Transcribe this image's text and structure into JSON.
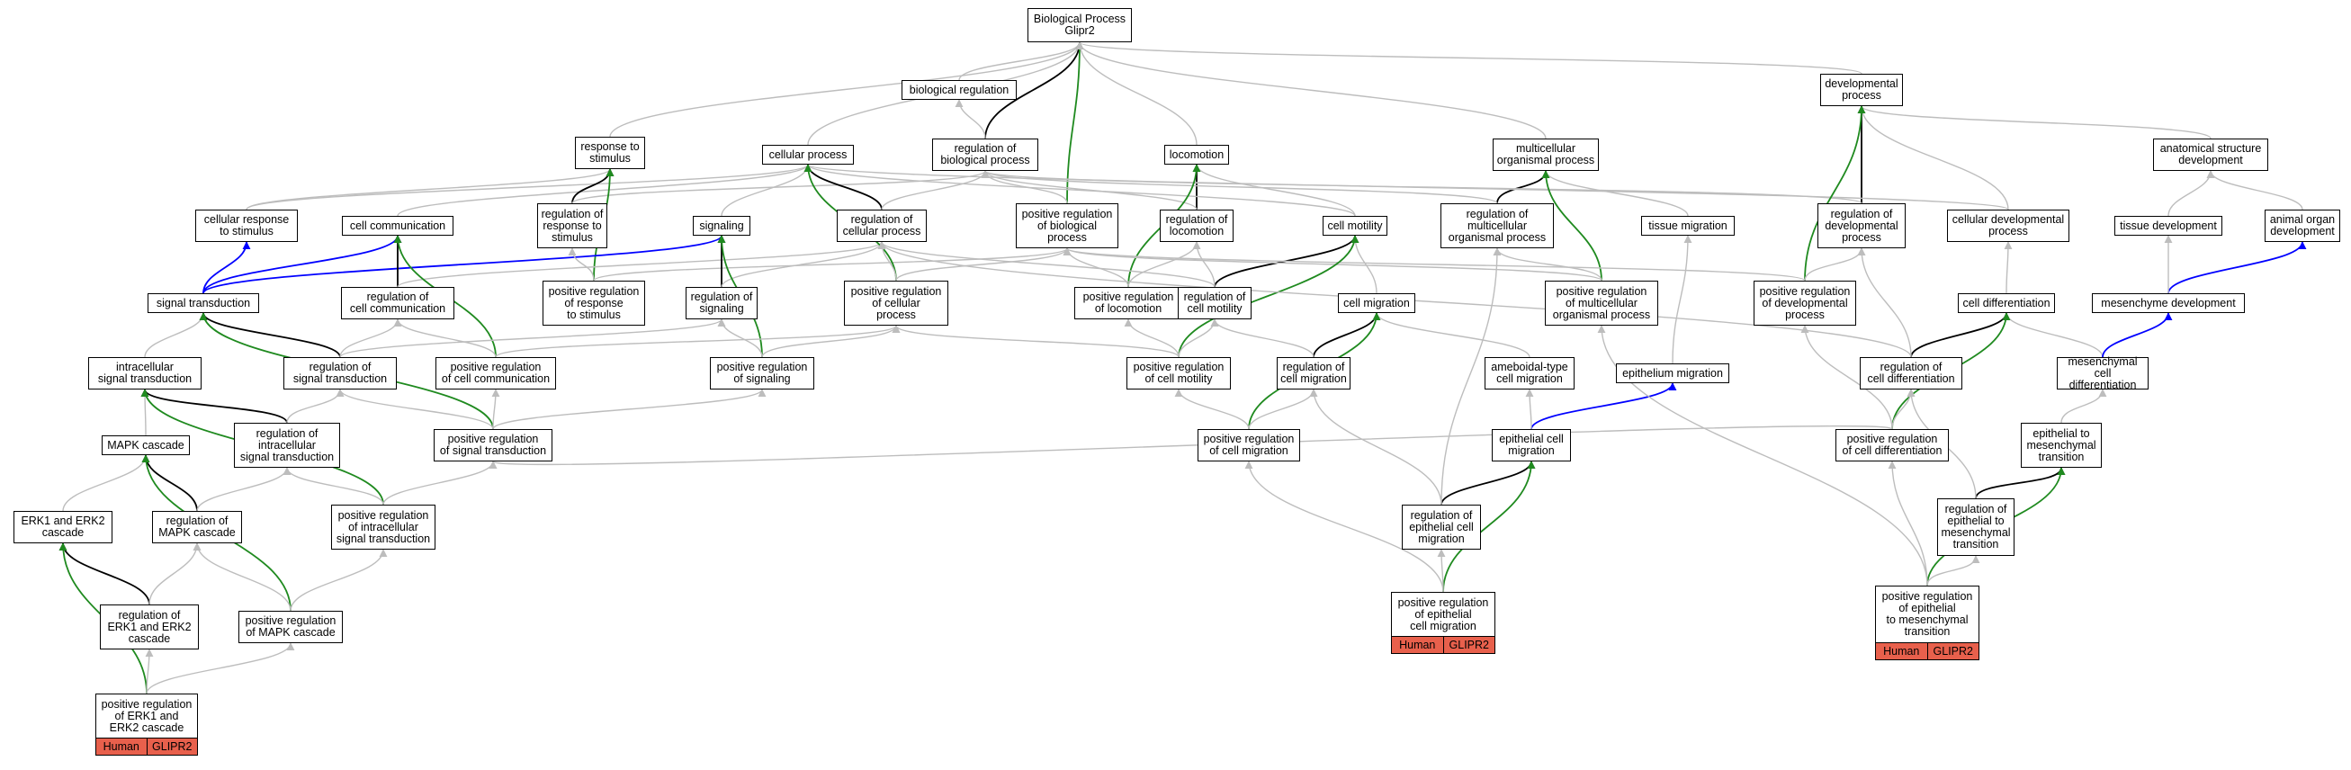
{
  "colors": {
    "is_a": "#bdbdbd",
    "part_of": "#000000",
    "positively_regulates": "#1f8a1f",
    "regulates_other": "#0000ff",
    "annotation_fill": "#e8604c"
  },
  "nodes": [
    {
      "id": "bp",
      "label": "Biological Process\nGlipr2"
    },
    {
      "id": "bioreg",
      "label": "biological regulation"
    },
    {
      "id": "respstim",
      "label": "response to\nstimulus"
    },
    {
      "id": "cellproc",
      "label": "cellular process"
    },
    {
      "id": "regbio",
      "label": "regulation of\nbiological process"
    },
    {
      "id": "locomotion",
      "label": "locomotion"
    },
    {
      "id": "multiorg",
      "label": "multicellular\norganismal process"
    },
    {
      "id": "devproc",
      "label": "developmental\nprocess"
    },
    {
      "id": "anatdev",
      "label": "anatomical structure\ndevelopment"
    },
    {
      "id": "cellresp",
      "label": "cellular response\nto stimulus"
    },
    {
      "id": "cellcomm",
      "label": "cell communication"
    },
    {
      "id": "regresp",
      "label": "regulation of\nresponse to\nstimulus"
    },
    {
      "id": "signaling",
      "label": "signaling"
    },
    {
      "id": "regcellproc",
      "label": "regulation of\ncellular process"
    },
    {
      "id": "posregbio",
      "label": "positive regulation\nof biological\nprocess"
    },
    {
      "id": "regloco",
      "label": "regulation of\nlocomotion"
    },
    {
      "id": "cellmot",
      "label": "cell motility"
    },
    {
      "id": "regmulti",
      "label": "regulation of\nmulticellular\norganismal process"
    },
    {
      "id": "tissmig",
      "label": "tissue migration"
    },
    {
      "id": "regdev",
      "label": "regulation of\ndevelopmental\nprocess"
    },
    {
      "id": "celldev",
      "label": "cellular developmental\nprocess"
    },
    {
      "id": "tissdev",
      "label": "tissue development"
    },
    {
      "id": "animorg",
      "label": "animal organ\ndevelopment"
    },
    {
      "id": "sigtrans",
      "label": "signal transduction"
    },
    {
      "id": "regcellcomm",
      "label": "regulation of\ncell communication"
    },
    {
      "id": "posregresp",
      "label": "positive regulation\nof response\nto stimulus"
    },
    {
      "id": "regsig",
      "label": "regulation of\nsignaling"
    },
    {
      "id": "posregcellproc",
      "label": "positive regulation\nof cellular\nprocess"
    },
    {
      "id": "posregloco",
      "label": "positive regulation\nof locomotion"
    },
    {
      "id": "regcellmot",
      "label": "regulation of\ncell motility"
    },
    {
      "id": "cellmig",
      "label": "cell migration"
    },
    {
      "id": "posregmulti",
      "label": "positive regulation\nof multicellular\norganismal process"
    },
    {
      "id": "posregdev",
      "label": "positive regulation\nof developmental\nprocess"
    },
    {
      "id": "celldiff",
      "label": "cell differentiation"
    },
    {
      "id": "mesdev",
      "label": "mesenchyme development"
    },
    {
      "id": "intracell",
      "label": "intracellular\nsignal transduction"
    },
    {
      "id": "regsigtrans",
      "label": "regulation of\nsignal transduction"
    },
    {
      "id": "posregcellcomm",
      "label": "positive regulation\nof cell communication"
    },
    {
      "id": "posregsig",
      "label": "positive regulation\nof signaling"
    },
    {
      "id": "posregcellmot",
      "label": "positive regulation\nof cell motility"
    },
    {
      "id": "regcellmig",
      "label": "regulation of\ncell migration"
    },
    {
      "id": "amoeboid",
      "label": "ameboidal-type\ncell migration"
    },
    {
      "id": "epimig",
      "label": "epithelium migration"
    },
    {
      "id": "regcelldiff",
      "label": "regulation of\ncell differentiation"
    },
    {
      "id": "mescelldiff",
      "label": "mesenchymal\ncell differentiation"
    },
    {
      "id": "mapk",
      "label": "MAPK cascade"
    },
    {
      "id": "regintra",
      "label": "regulation of\nintracellular\nsignal transduction"
    },
    {
      "id": "posregsigtrans",
      "label": "positive regulation\nof signal transduction"
    },
    {
      "id": "posregcellmig",
      "label": "positive regulation\nof cell migration"
    },
    {
      "id": "epicellmig",
      "label": "epithelial cell\nmigration"
    },
    {
      "id": "posregcelldiff",
      "label": "positive regulation\nof cell differentiation"
    },
    {
      "id": "emt",
      "label": "epithelial to\nmesenchymal\ntransition"
    },
    {
      "id": "erk",
      "label": "ERK1 and ERK2\ncascade"
    },
    {
      "id": "regmapk",
      "label": "regulation of\nMAPK cascade"
    },
    {
      "id": "posregintra",
      "label": "positive regulation\nof intracellular\nsignal transduction"
    },
    {
      "id": "regepimig",
      "label": "regulation of\nepithelial cell\nmigration"
    },
    {
      "id": "regemt",
      "label": "regulation of\nepithelial to\nmesenchymal\ntransition"
    },
    {
      "id": "regerk",
      "label": "regulation of\nERK1 and ERK2\ncascade"
    },
    {
      "id": "posregmapk",
      "label": "positive regulation\nof MAPK cascade"
    },
    {
      "id": "posregepimig",
      "label": "positive regulation\nof epithelial\ncell migration"
    },
    {
      "id": "posregemt",
      "label": "positive regulation\nof epithelial\nto mesenchymal\ntransition"
    },
    {
      "id": "posregerk",
      "label": "positive regulation\nof ERK1 and\nERK2 cascade"
    }
  ],
  "annotations": [
    {
      "node": "posregerk",
      "organism": "Human",
      "gene": "GLIPR2"
    },
    {
      "node": "posregepimig",
      "organism": "Human",
      "gene": "GLIPR2"
    },
    {
      "node": "posregemt",
      "organism": "Human",
      "gene": "GLIPR2"
    }
  ],
  "edges": [
    [
      "bioreg",
      "bp",
      "is_a"
    ],
    [
      "respstim",
      "bp",
      "is_a"
    ],
    [
      "cellproc",
      "bp",
      "is_a"
    ],
    [
      "regbio",
      "bp",
      "part_of"
    ],
    [
      "posregbio",
      "bp",
      "positively_regulates"
    ],
    [
      "locomotion",
      "bp",
      "is_a"
    ],
    [
      "multiorg",
      "bp",
      "is_a"
    ],
    [
      "devproc",
      "bp",
      "is_a"
    ],
    [
      "regbio",
      "bioreg",
      "is_a"
    ],
    [
      "anatdev",
      "devproc",
      "is_a"
    ],
    [
      "cellresp",
      "respstim",
      "is_a"
    ],
    [
      "cellresp",
      "cellproc",
      "is_a"
    ],
    [
      "cellcomm",
      "cellproc",
      "is_a"
    ],
    [
      "regresp",
      "respstim",
      "part_of"
    ],
    [
      "regresp",
      "regbio",
      "is_a"
    ],
    [
      "posregresp",
      "respstim",
      "positively_regulates"
    ],
    [
      "signaling",
      "cellproc",
      "is_a"
    ],
    [
      "regcellproc",
      "cellproc",
      "part_of"
    ],
    [
      "regcellproc",
      "regbio",
      "is_a"
    ],
    [
      "posregbio",
      "regbio",
      "is_a"
    ],
    [
      "regloco",
      "locomotion",
      "part_of"
    ],
    [
      "regloco",
      "regbio",
      "is_a"
    ],
    [
      "cellmot",
      "cellproc",
      "is_a"
    ],
    [
      "cellmot",
      "locomotion",
      "is_a"
    ],
    [
      "regmulti",
      "multiorg",
      "part_of"
    ],
    [
      "regmulti",
      "regbio",
      "is_a"
    ],
    [
      "tissmig",
      "multiorg",
      "is_a"
    ],
    [
      "regdev",
      "devproc",
      "part_of"
    ],
    [
      "regdev",
      "regbio",
      "is_a"
    ],
    [
      "celldev",
      "devproc",
      "is_a"
    ],
    [
      "celldev",
      "cellproc",
      "is_a"
    ],
    [
      "tissdev",
      "anatdev",
      "is_a"
    ],
    [
      "animorg",
      "anatdev",
      "is_a"
    ],
    [
      "sigtrans",
      "cellresp",
      "regulates_other"
    ],
    [
      "sigtrans",
      "cellcomm",
      "regulates_other"
    ],
    [
      "sigtrans",
      "signaling",
      "regulates_other"
    ],
    [
      "regcellcomm",
      "cellcomm",
      "part_of"
    ],
    [
      "regcellcomm",
      "regcellproc",
      "is_a"
    ],
    [
      "posregcellcomm",
      "cellcomm",
      "positively_regulates"
    ],
    [
      "posregresp",
      "regresp",
      "is_a"
    ],
    [
      "posregresp",
      "posregbio",
      "is_a"
    ],
    [
      "regsig",
      "signaling",
      "part_of"
    ],
    [
      "regsig",
      "regcellproc",
      "is_a"
    ],
    [
      "posregsig",
      "signaling",
      "positively_regulates"
    ],
    [
      "posregcellproc",
      "cellproc",
      "positively_regulates"
    ],
    [
      "posregcellproc",
      "regcellproc",
      "is_a"
    ],
    [
      "posregcellproc",
      "posregbio",
      "is_a"
    ],
    [
      "posregloco",
      "locomotion",
      "positively_regulates"
    ],
    [
      "posregloco",
      "regloco",
      "is_a"
    ],
    [
      "posregloco",
      "posregbio",
      "is_a"
    ],
    [
      "regcellmot",
      "cellmot",
      "part_of"
    ],
    [
      "regcellmot",
      "regloco",
      "is_a"
    ],
    [
      "regcellmot",
      "regcellproc",
      "is_a"
    ],
    [
      "cellmig",
      "cellmot",
      "is_a"
    ],
    [
      "posregmulti",
      "multiorg",
      "positively_regulates"
    ],
    [
      "posregmulti",
      "regmulti",
      "is_a"
    ],
    [
      "posregmulti",
      "posregbio",
      "is_a"
    ],
    [
      "posregdev",
      "devproc",
      "positively_regulates"
    ],
    [
      "posregdev",
      "regdev",
      "is_a"
    ],
    [
      "posregdev",
      "posregbio",
      "is_a"
    ],
    [
      "celldiff",
      "celldev",
      "is_a"
    ],
    [
      "mesdev",
      "animorg",
      "regulates_other"
    ],
    [
      "mesdev",
      "tissdev",
      "is_a"
    ],
    [
      "intracell",
      "sigtrans",
      "is_a"
    ],
    [
      "regsigtrans",
      "sigtrans",
      "part_of"
    ],
    [
      "regsigtrans",
      "regcellcomm",
      "is_a"
    ],
    [
      "regsigtrans",
      "regsig",
      "is_a"
    ],
    [
      "posregcellcomm",
      "regcellcomm",
      "is_a"
    ],
    [
      "posregcellcomm",
      "posregcellproc",
      "is_a"
    ],
    [
      "posregsig",
      "regsig",
      "is_a"
    ],
    [
      "posregsig",
      "posregcellproc",
      "is_a"
    ],
    [
      "posregcellmot",
      "cellmot",
      "positively_regulates"
    ],
    [
      "posregcellmot",
      "regcellmot",
      "is_a"
    ],
    [
      "posregcellmot",
      "posregloco",
      "is_a"
    ],
    [
      "posregcellmot",
      "posregcellproc",
      "is_a"
    ],
    [
      "regcellmig",
      "cellmig",
      "part_of"
    ],
    [
      "regcellmig",
      "regcellmot",
      "is_a"
    ],
    [
      "amoeboid",
      "cellmig",
      "is_a"
    ],
    [
      "epimig",
      "tissmig",
      "is_a"
    ],
    [
      "regcelldiff",
      "celldiff",
      "part_of"
    ],
    [
      "regcelldiff",
      "regcellproc",
      "is_a"
    ],
    [
      "regcelldiff",
      "regdev",
      "is_a"
    ],
    [
      "mescelldiff",
      "celldiff",
      "is_a"
    ],
    [
      "mescelldiff",
      "mesdev",
      "regulates_other"
    ],
    [
      "mapk",
      "intracell",
      "is_a"
    ],
    [
      "regintra",
      "intracell",
      "part_of"
    ],
    [
      "regintra",
      "regsigtrans",
      "is_a"
    ],
    [
      "posregsigtrans",
      "sigtrans",
      "positively_regulates"
    ],
    [
      "posregsigtrans",
      "regsigtrans",
      "is_a"
    ],
    [
      "posregsigtrans",
      "posregcellcomm",
      "is_a"
    ],
    [
      "posregsigtrans",
      "posregsig",
      "is_a"
    ],
    [
      "posregcellmig",
      "cellmig",
      "positively_regulates"
    ],
    [
      "posregcellmig",
      "regcellmig",
      "is_a"
    ],
    [
      "posregcellmig",
      "posregcellmot",
      "is_a"
    ],
    [
      "epicellmig",
      "epimig",
      "regulates_other"
    ],
    [
      "epicellmig",
      "amoeboid",
      "is_a"
    ],
    [
      "posregcelldiff",
      "celldiff",
      "positively_regulates"
    ],
    [
      "posregcelldiff",
      "regcelldiff",
      "is_a"
    ],
    [
      "posregcelldiff",
      "posregdev",
      "is_a"
    ],
    [
      "posregcelldiff",
      "posregsigtrans",
      "is_a"
    ],
    [
      "emt",
      "mescelldiff",
      "is_a"
    ],
    [
      "erk",
      "mapk",
      "is_a"
    ],
    [
      "regmapk",
      "mapk",
      "part_of"
    ],
    [
      "regmapk",
      "regintra",
      "is_a"
    ],
    [
      "posregintra",
      "intracell",
      "positively_regulates"
    ],
    [
      "posregintra",
      "regintra",
      "is_a"
    ],
    [
      "posregintra",
      "posregsigtrans",
      "is_a"
    ],
    [
      "regepimig",
      "epicellmig",
      "part_of"
    ],
    [
      "regepimig",
      "regcellmig",
      "is_a"
    ],
    [
      "regepimig",
      "regmulti",
      "is_a"
    ],
    [
      "regemt",
      "emt",
      "part_of"
    ],
    [
      "regemt",
      "regcelldiff",
      "is_a"
    ],
    [
      "regerk",
      "erk",
      "part_of"
    ],
    [
      "regerk",
      "regmapk",
      "is_a"
    ],
    [
      "posregmapk",
      "mapk",
      "positively_regulates"
    ],
    [
      "posregmapk",
      "regmapk",
      "is_a"
    ],
    [
      "posregmapk",
      "posregintra",
      "is_a"
    ],
    [
      "posregepimig",
      "epicellmig",
      "positively_regulates"
    ],
    [
      "posregepimig",
      "regepimig",
      "is_a"
    ],
    [
      "posregepimig",
      "posregcellmig",
      "is_a"
    ],
    [
      "posregemt",
      "emt",
      "positively_regulates"
    ],
    [
      "posregemt",
      "regemt",
      "is_a"
    ],
    [
      "posregemt",
      "posregmulti",
      "is_a"
    ],
    [
      "posregemt",
      "posregcelldiff",
      "is_a"
    ],
    [
      "posregerk",
      "erk",
      "positively_regulates"
    ],
    [
      "posregerk",
      "regerk",
      "is_a"
    ],
    [
      "posregerk",
      "posregmapk",
      "is_a"
    ]
  ]
}
